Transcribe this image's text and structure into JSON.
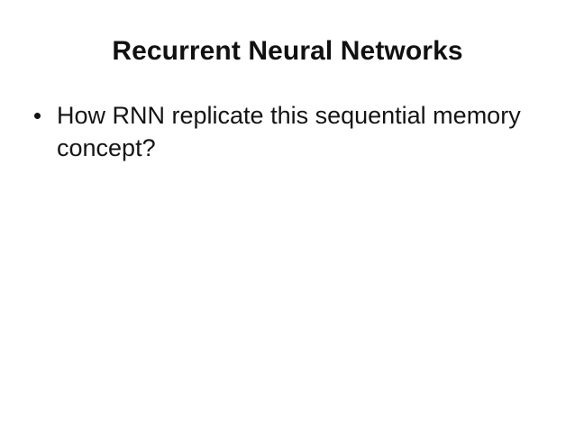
{
  "slide": {
    "title": "Recurrent Neural Networks",
    "background_color": "#ffffff",
    "text_color": "#141414",
    "bullets": [
      {
        "marker": "round-bullet",
        "text": "How RNN replicate this sequential memory concept?"
      }
    ]
  }
}
